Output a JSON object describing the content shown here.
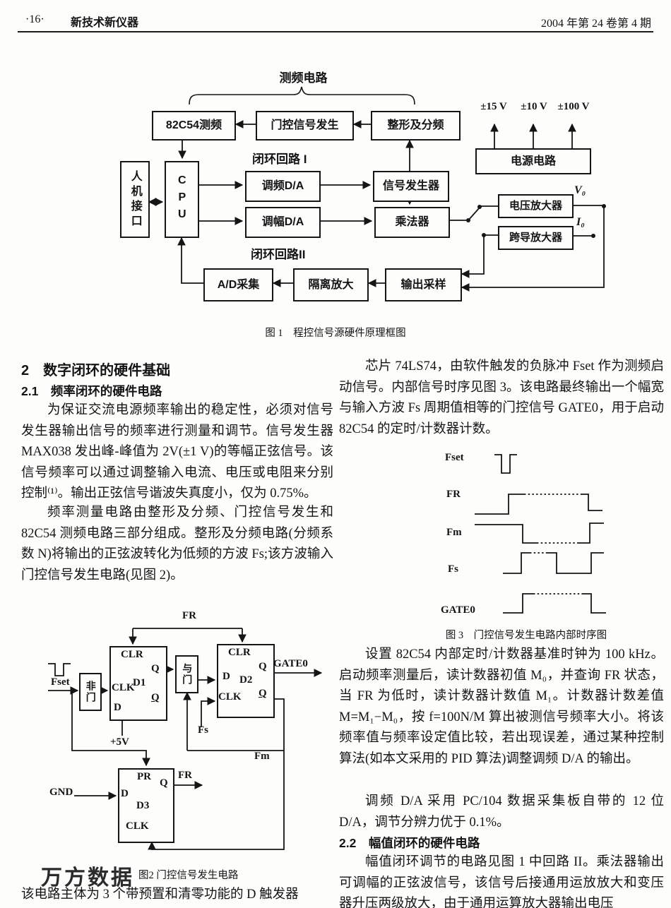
{
  "header": {
    "page_number": "·16·",
    "section": "新技术新仪器",
    "issue": "2004 年第 24 卷第 4 期"
  },
  "fig1": {
    "caption": "图 1　程控信号源硬件原理框图",
    "brace_label": "测频电路",
    "loop1": "闭环回路 I",
    "loop2": "闭环回路II",
    "v15": "±15 V",
    "v10": "±10 V",
    "v100": "±100 V",
    "vo": "V₀",
    "io": "I₀",
    "boxes": {
      "counter": "82C54测频",
      "gate_gen": "门控信号发生",
      "shaper": "整形及分频",
      "hmi": "人机接口",
      "cpu": "CPU",
      "fm_da": "调频D/A",
      "sig_gen": "信号发生器",
      "am_da": "调幅D/A",
      "mult": "乘法器",
      "ad": "A/D采集",
      "iso": "隔离放大",
      "sample": "输出采样",
      "power": "电源电路",
      "vamp": "电压放大器",
      "iamp": "跨导放大器"
    }
  },
  "left_column": {
    "h2": "2　数字闭环的硬件基础",
    "h21": "2.1　频率闭环的硬件电路",
    "para1": "为保证交流电源频率输出的稳定性，必须对信号发生器输出信号的频率进行测量和调节。信号发生器 MAX038 发出峰-峰值为 2V(±1 V)的等幅正弦信号。该信号频率可以通过调整输入电流、电压或电阻来分别控制⁽¹⁾。输出正弦信号谐波失真度小，仅为 0.75%。",
    "para2": "频率测量电路由整形及分频、门控信号发生和82C54 测频电路三部分组成。整形及分频电路(分频系数 N)将输出的正弦波转化为低频的方波 Fs;该方波输入门控信号发生电路(见图 2)。",
    "last_line": "该电路主体为 3 个带预置和清零功能的 D 触发器"
  },
  "fig2": {
    "caption": "图2  门控信号发生电路",
    "watermark": "万方数据",
    "fset": "Fset",
    "fr_top": "FR",
    "not_gate": "非门",
    "and_gate": "与门",
    "gate0": "GATE0",
    "plus5": "+5V",
    "fs": "Fs",
    "fm": "Fm",
    "gnd": "GND",
    "fr_out": "FR",
    "d1": {
      "clr": "CLR",
      "clk": "CLK",
      "d": "D",
      "q": "Q",
      "qbar": "Q",
      "name": "D1"
    },
    "d2": {
      "clr": "CLR",
      "clk": "CLK",
      "d": "D",
      "q": "Q",
      "qbar": "Q",
      "name": "D2"
    },
    "d3": {
      "pr": "PR",
      "clk": "CLK",
      "d": "D",
      "q": "Q",
      "name": "D3"
    }
  },
  "fig3": {
    "caption": "图 3　门控信号发生电路内部时序图",
    "signals": {
      "fset": "Fset",
      "fr": "FR",
      "fm": "Fm",
      "fs": "Fs",
      "gate0": "GATE0"
    }
  },
  "right_column": {
    "para1": "芯片 74LS74，由软件触发的负脉冲 Fset 作为测频启动信号。内部信号时序见图 3。该电路最终输出一个幅宽与输入方波 Fs 周期值相等的门控信号 GATE0，用于启动 82C54 的定时/计数器计数。",
    "para2": "设置 82C54 内部定时/计数器基准时钟为 100 kHz。启动频率测量后，读计数器初值 M₀，并查询 FR 状态，当 FR 为低时，读计数器计数值 M₁。计数器计数差值 M=M₁−M₀，按 f=100N/M 算出被测信号频率大小。将该频率值与频率设定值比较，若出现误差，通过某种控制算法(如本文采用的 PID 算法)调整调频 D/A 的输出。",
    "para3": "调频 D/A 采用 PC/104 数据采集板自带的 12 位 D/A，调节分辨力优于 0.1%。",
    "h22": "2.2　幅值闭环的硬件电路",
    "para4": "幅值闭环调节的电路见图 1 中回路 II。乘法器输出可调幅的正弦波信号，该信号后接通用运放放大和变压器升压两级放大，由于通用运算放大器输出电压"
  }
}
